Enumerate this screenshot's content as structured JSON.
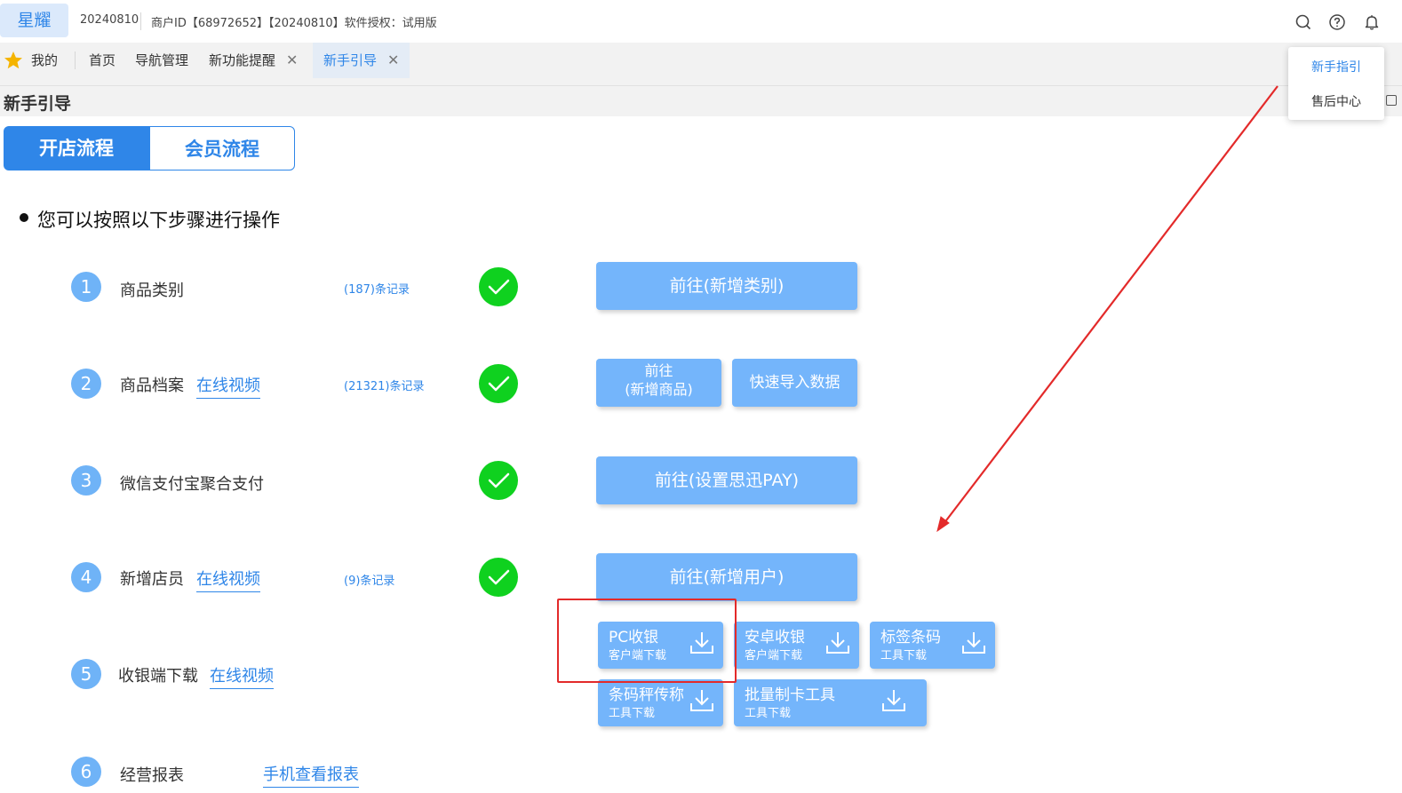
{
  "header": {
    "logo": "星耀",
    "version": "20240810",
    "info": "商户ID【68972652】【20240810】软件授权：试用版",
    "icons": [
      "search-icon",
      "help-icon",
      "bell-icon"
    ]
  },
  "tabs": {
    "mine": "我的",
    "items": [
      {
        "label": "首页"
      },
      {
        "label": "导航管理"
      },
      {
        "label": "新功能提醒",
        "close": "✕"
      },
      {
        "label": "新手引导",
        "close": "✕"
      }
    ]
  },
  "dropdown": {
    "item1": "新手指引",
    "item2": "售后中心"
  },
  "page": {
    "title": "新手引导",
    "flow_tab_active": "开店流程",
    "flow_tab_inactive": "会员流程",
    "intro": "您可以按照以下步骤进行操作"
  },
  "steps": [
    {
      "num": "1",
      "label": "商品类别",
      "records": "(187)条记录",
      "action": "前往(新增类别)"
    },
    {
      "num": "2",
      "label": "商品档案",
      "video": "在线视频",
      "records": "(21321)条记录",
      "action_line1": "前往",
      "action_line2": "(新增商品)",
      "action2": "快速导入数据"
    },
    {
      "num": "3",
      "label": "微信支付宝聚合支付",
      "action": "前往(设置思迅PAY)"
    },
    {
      "num": "4",
      "label": "新增店员",
      "video": "在线视频",
      "records": "(9)条记录",
      "action": "前往(新增用户)"
    },
    {
      "num": "5",
      "label": "收银端下载",
      "video": "在线视频"
    },
    {
      "num": "6",
      "label": "经营报表",
      "link": "手机查看报表"
    }
  ],
  "downloads": [
    {
      "title": "PC收银",
      "sub": "客户端下载"
    },
    {
      "title": "安卓收银",
      "sub": "客户端下载"
    },
    {
      "title": "标签条码",
      "sub": "工具下载"
    },
    {
      "title": "条码秤传称",
      "sub": "工具下载"
    },
    {
      "title": "批量制卡工具",
      "sub": "工具下载"
    }
  ],
  "colors": {
    "accent": "#2f86e8",
    "button": "#74b5fb",
    "check": "#0fd11f",
    "annotation": "#e32a2a"
  }
}
